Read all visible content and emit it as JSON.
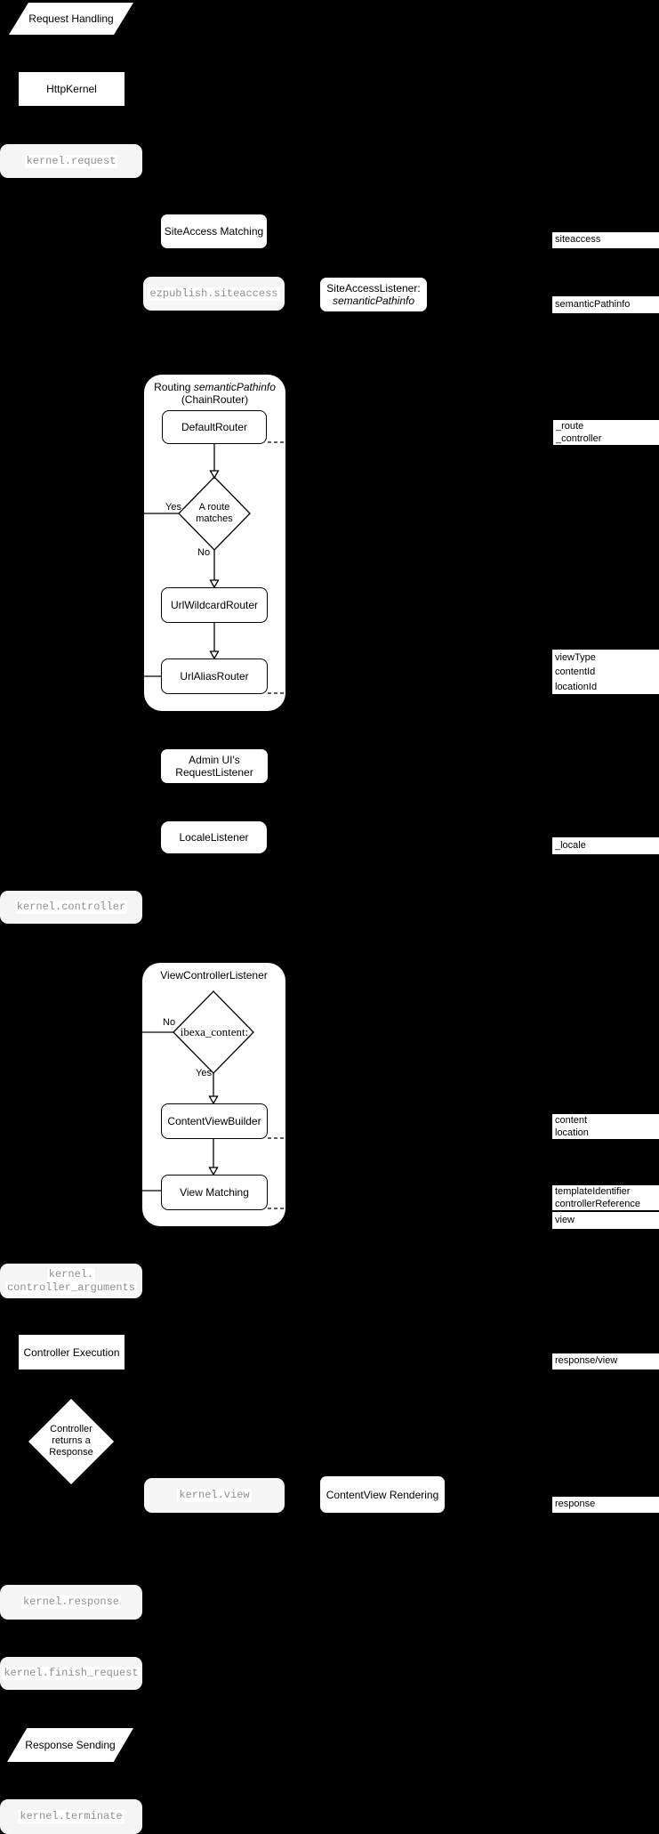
{
  "colors": {
    "background": "#000000",
    "shape_fill": "#ffffff",
    "event_box_fill": "#f5f5f5",
    "event_text": "#8f8f8f",
    "line": "#000000"
  },
  "nodes": {
    "request_handling": "Request Handling",
    "http_kernel": "HttpKernel",
    "siteaccess_matching": "SiteAccess Matching",
    "siteaccess_listener": {
      "line1": "SiteAccessListener:",
      "line2": "semanticPathinfo"
    },
    "admin_ui_listener": {
      "line1": "Admin UI's",
      "line2": "RequestListener"
    },
    "locale_listener": "LocaleListener",
    "controller_execution": "Controller Execution",
    "controller_returns": {
      "line1": "Controller",
      "line2": "returns a",
      "line3": "Response"
    },
    "contentview_rendering": "ContentView Rendering",
    "response_sending": "Response Sending"
  },
  "events": {
    "kernel_request": "kernel.request",
    "ezpublish_siteaccess": "ezpublish.siteaccess",
    "kernel_controller": "kernel.controller",
    "kernel_controller_arguments": {
      "line1": "kernel.",
      "line2": "controller_arguments"
    },
    "kernel_view": "kernel.view",
    "kernel_response": "kernel.response",
    "kernel_finish_request": "kernel.finish_request",
    "kernel_terminate": "kernel.terminate"
  },
  "routing": {
    "title_prefix": "Routing",
    "title_italic": "semanticPathinfo",
    "title_line2": "(ChainRouter)",
    "default_router": "DefaultRouter",
    "decision": {
      "line1": "A route",
      "line2": "matches"
    },
    "yes": "Yes",
    "no": "No",
    "url_wildcard_router": "UrlWildcardRouter",
    "url_alias_router": "UrlAliasRouter"
  },
  "view_controller": {
    "title": "ViewControllerListener",
    "decision": "ibexa_content:",
    "no": "No",
    "yes": "Yes",
    "content_view_builder": "ContentViewBuilder",
    "view_matching": "View Matching"
  },
  "side_labels": {
    "siteaccess": {
      "line1": "siteaccess"
    },
    "semantic_pathinfo": {
      "line1": "semanticPathinfo"
    },
    "route_controller": {
      "line1": "_route",
      "line2": "_controller"
    },
    "view_params": {
      "line1": "viewType",
      "line2": "contentId",
      "line3": "locationId"
    },
    "locale": {
      "line1": "_locale"
    },
    "content_location": {
      "line1": "content",
      "line2": "location"
    },
    "template_controller": {
      "line1": "templateIdentifier",
      "line2": "controllerReference"
    },
    "view": {
      "line1": "view"
    },
    "response_view": {
      "line1": "response/view"
    },
    "response": {
      "line1": "response"
    }
  }
}
